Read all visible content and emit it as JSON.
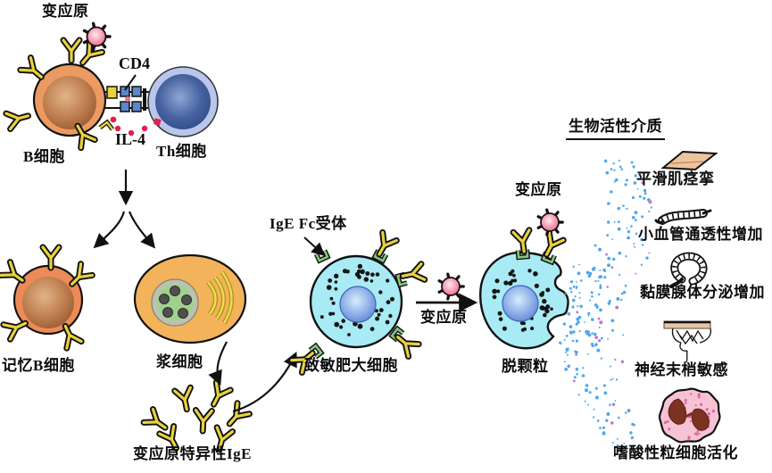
{
  "figure": {
    "labels": {
      "allergen_top": "变应原",
      "cd4": "CD4",
      "il4": "IL-4",
      "b_cell": "B细胞",
      "th_cell": "Th细胞",
      "memory_b_cell": "记忆B细胞",
      "plasma_cell": "浆细胞",
      "specific_ige": "变应原特异性IgE",
      "ige_fc_receptor": "IgE Fc受体",
      "mast_cell": "致敏肥大细胞",
      "allergen_mid": "变应原",
      "allergen_right": "变应原",
      "degranulation": "脱颗粒"
    },
    "mediators": {
      "header": "生物活性介质",
      "effects": [
        {
          "label": "平滑肌痉挛",
          "icon": "smooth-muscle-icon"
        },
        {
          "label": "小血管通透性增加",
          "icon": "small-vessel-icon"
        },
        {
          "label": "黏膜腺体分泌增加",
          "icon": "mucosal-gland-icon"
        },
        {
          "label": "神经末梢敏感",
          "icon": "nerve-ending-icon"
        },
        {
          "label": "嗜酸性粒细胞活化",
          "icon": "eosinophil-icon"
        }
      ]
    },
    "colors": {
      "b_cell_body": "#eb9a62",
      "b_cell_nucleus": "#a96a42",
      "th_cell_ring": "#b9c6ea",
      "th_cell_nucleus": "#2f4c8c",
      "plasma_cell_body": "#f2b35a",
      "plasma_nucleus_green": "#9fd18c",
      "mast_cell_body": "#a8ebf4",
      "mast_nucleus": "#6f93dc",
      "allergen_pink": "#f27d9c",
      "ige_yellow": "#e8d23c",
      "fc_receptor_green": "#85c87d",
      "il4_red": "#e02050",
      "granule_black": "#151515",
      "released_dot_blue": "#4fa8ec",
      "released_dot_purple": "#b678d8",
      "eosinophil_body": "#f6c3d6",
      "eosinophil_nucleus": "#7c3222",
      "smooth_muscle_tan": "#eec49e"
    }
  }
}
